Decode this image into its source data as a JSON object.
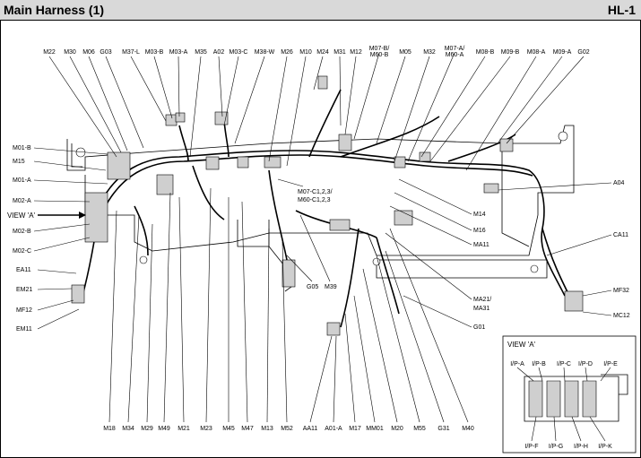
{
  "header": {
    "title": "Main Harness (1)",
    "page_code": "HL-1"
  },
  "top_labels": [
    "M22",
    "M30",
    "M06",
    "G03",
    "M37-L",
    "M03-B",
    "M03-A",
    "M35",
    "A02",
    "M03-C",
    "M38-W",
    "M26",
    "M10",
    "M24",
    "M31",
    "M12",
    "M07-B/",
    "M60-B",
    "M05",
    "M32",
    "M07-A/",
    "M60-A",
    "M08-B",
    "M09-B",
    "M08-A",
    "M09-A",
    "G02"
  ],
  "left_labels": [
    "M01-B",
    "M15",
    "M01-A",
    "M02-A",
    "VIEW 'A'",
    "M02-B",
    "M02-C",
    "EA11",
    "EM21",
    "MF12",
    "EM11"
  ],
  "right_labels": [
    "A04",
    "M14",
    "M16",
    "MA11",
    "CA11",
    "MF32",
    "MC12",
    "MA21/",
    "MA31",
    "G01"
  ],
  "center_labels": [
    "M07-C1,2,3/",
    "M60-C1,2,3",
    "G05",
    "M39"
  ],
  "bottom_labels": [
    "M18",
    "M34",
    "M29",
    "M49",
    "M21",
    "M23",
    "M45",
    "M47",
    "M13",
    "M52",
    "AA11",
    "A01-A",
    "M17",
    "MM01",
    "M20",
    "M55",
    "G31",
    "M40"
  ],
  "inset": {
    "title": "VIEW 'A'",
    "top_labels": [
      "I/P-A",
      "I/P-B",
      "I/P-C",
      "I/P-D",
      "I/P-E"
    ],
    "bottom_labels": [
      "I/P-F",
      "I/P-G",
      "I/P-H",
      "I/P-K"
    ]
  },
  "colors": {
    "header_bg": "#d9d9d9",
    "line": "#000000",
    "harness_fill": "#cfcfcf"
  }
}
